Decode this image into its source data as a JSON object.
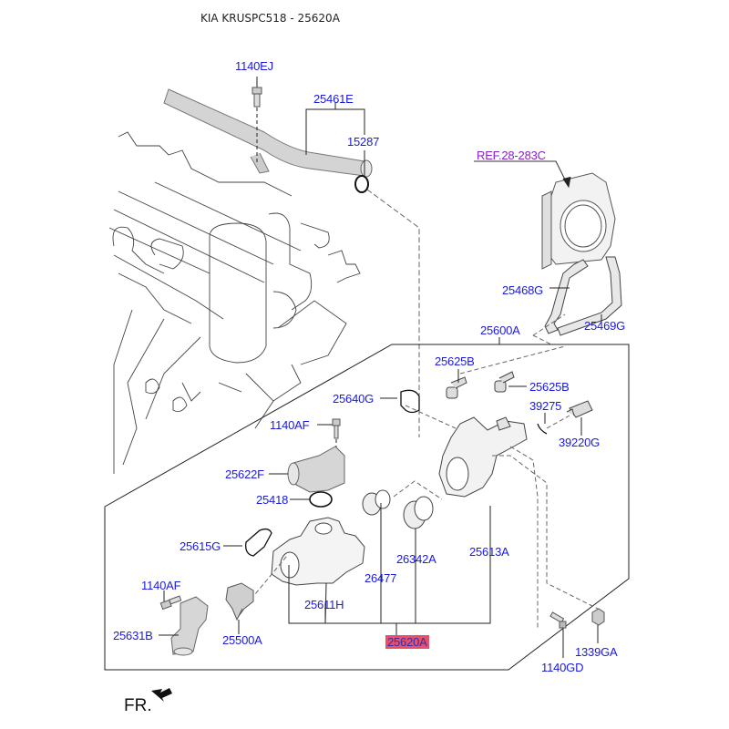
{
  "title": "KIA KRUSPC518 - 25620A",
  "colors": {
    "label": "#1a1ae0",
    "reference": "#8a20c8",
    "highlight": "#e8506a",
    "line": "#222222"
  },
  "direction_marker": {
    "label": "FR.",
    "icon": "front-arrow-icon"
  },
  "labels": {
    "p1140EJ": "1140EJ",
    "p25461E": "25461E",
    "p15287": "15287",
    "ref": "REF.28-283C",
    "p25468G": "25468G",
    "p25469G": "25469G",
    "p25600A": "25600A",
    "p25625B_1": "25625B",
    "p25625B_2": "25625B",
    "p39275": "39275",
    "p39220G": "39220G",
    "p25640G": "25640G",
    "p1140AF_1": "1140AF",
    "p25622F": "25622F",
    "p25418": "25418",
    "p25615G": "25615G",
    "p26477": "26477",
    "p26342A": "26342A",
    "p25613A": "25613A",
    "p1140AF_2": "1140AF",
    "p25611H": "25611H",
    "p25631B": "25631B",
    "p25500A": "25500A",
    "p25620A": "25620A",
    "p1339GA": "1339GA",
    "p1140GD": "1140GD"
  },
  "highlighted_part": "25620A"
}
